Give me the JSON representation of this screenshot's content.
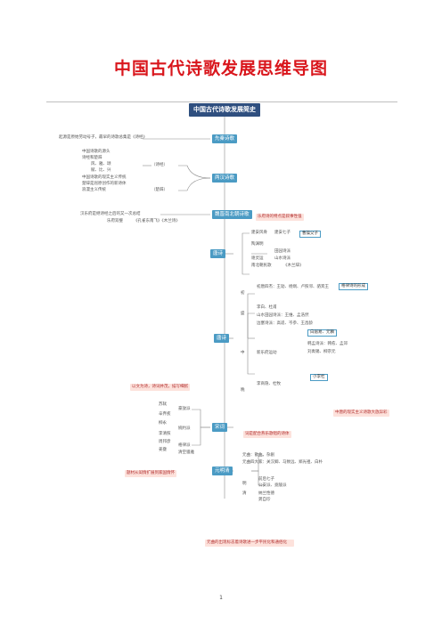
{
  "doc_title": "中国古代诗歌发展思维导图",
  "map_title": "中国古代诗歌发展简史",
  "page_number": "1",
  "branches": {
    "pre_qin": "先秦诗歌",
    "han": "两汉诗歌",
    "wei_jin": "魏晋南北朝诗歌",
    "tang": "唐诗",
    "song": "宋词",
    "yuan_ming_qing": "元明清"
  },
  "pre_qin": {
    "line1": "起源是原始劳动号子，最早的诗歌总集是《诗经》",
    "line2": "中国诗歌的源头",
    "line3": "诗经和楚辞",
    "line4": "风、雅、颂",
    "line5": "赋、比、兴",
    "line6": "中国诗歌的现实主义传统",
    "line7": "楚辞是屈原创作的新诗体",
    "line8": "浪漫主义传统",
    "line9": "（诗经）",
    "line10": "（楚辞）"
  },
  "han": {
    "line1": "汉乐府是继诗经之后的又一次总结",
    "line2": "乐府双璧",
    "line3": "《孔雀东南飞》《木兰诗》",
    "note": "乐府诗的特点是叙事性强"
  },
  "wei_jin": {
    "line1": "建安风骨",
    "line2": "建安七子",
    "line3": "曹操父子",
    "line4": "陶渊明",
    "line5": "田园诗派",
    "line6": "谢灵运",
    "line7": "山水诗派",
    "line8": "南北朝民歌",
    "line9": "《木兰辞》"
  },
  "tang": {
    "early": "初",
    "early1": "初唐四杰：王勃、杨炯、卢照邻、骆宾王",
    "early2": "格律诗的形成",
    "peak": "盛",
    "peak1": "李白、杜甫",
    "peak2": "山水田园诗派：王维、孟浩然",
    "peak3": "边塞诗派：高适、岑参、王昌龄",
    "mid": "中",
    "mid1": "新乐府运动",
    "mid2": "白居易、元稹",
    "mid3": "韩孟诗派：韩愈、孟郊",
    "mid4": "刘禹锡、柳宗元",
    "late": "晚",
    "late1": "李商隐、杜牧",
    "late2": "小李杜",
    "note1": "以文为诗，诗词并茂，描写细腻",
    "note2": "中唐的现实主义诗歌大放异彩"
  },
  "song": {
    "w1": "苏轼",
    "w2": "豪放派",
    "w3": "辛弃疾",
    "w4": "柳永",
    "w5": "婉约派",
    "w6": "李清照",
    "w7": "周邦彦",
    "w8": "格律派",
    "w9": "姜夔",
    "w10": "清空骚雅",
    "note1": "词是配合燕乐歌唱的诗体",
    "note2": "题材从闺情扩展到家国情怀"
  },
  "ymq": {
    "line1": "元曲：散曲、杂剧",
    "line2": "元曲四大家：关汉卿、马致远、郑光祖、白朴",
    "line3": "明",
    "line4": "前后七子",
    "line5": "公安派、竟陵派",
    "line6": "清",
    "line7": "纳兰性德",
    "line8": "龚自珍",
    "note1": "诗歌发展由雅到俗，体裁不断丰富",
    "note2": "元曲的出现标志着诗歌进一步平民化和通俗化"
  }
}
